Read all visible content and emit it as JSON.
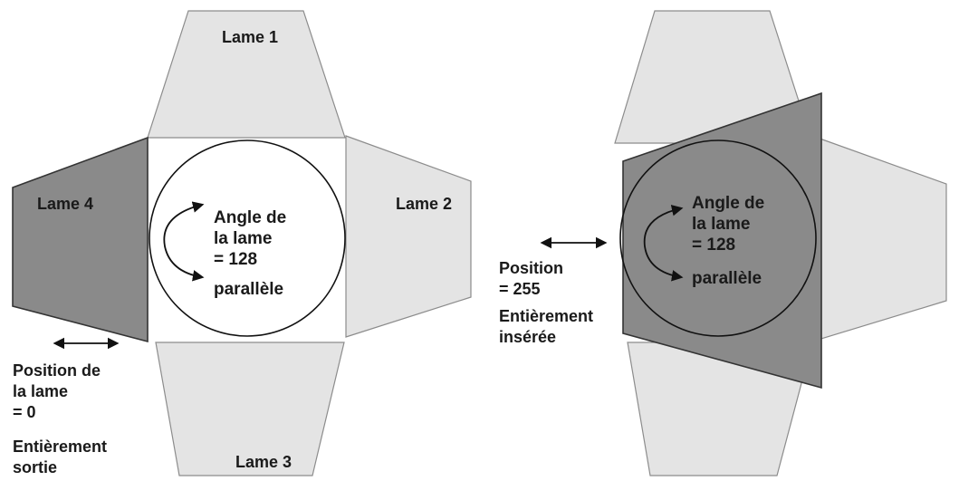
{
  "left_panel": {
    "blade_1": "Lame 1",
    "blade_2": "Lame 2",
    "blade_3": "Lame 3",
    "blade_4": "Lame 4",
    "angle_lines": [
      "Angle de",
      "la lame",
      "= 128"
    ],
    "angle_state": "parallèle",
    "position_lines": [
      "Position de",
      "la lame",
      "= 0"
    ],
    "position_state_lines": [
      "Entièrement",
      "sortie"
    ]
  },
  "right_panel": {
    "angle_lines": [
      "Angle de",
      "la lame",
      "= 128"
    ],
    "angle_state": "parallèle",
    "position_lines": [
      "Position",
      "= 255"
    ],
    "position_state_lines": [
      "Entièrement",
      "insérée"
    ]
  },
  "colors": {
    "blade_retracted": "#e4e4e4",
    "blade_inserted": "#8a8a8a",
    "outline": "#111111"
  }
}
